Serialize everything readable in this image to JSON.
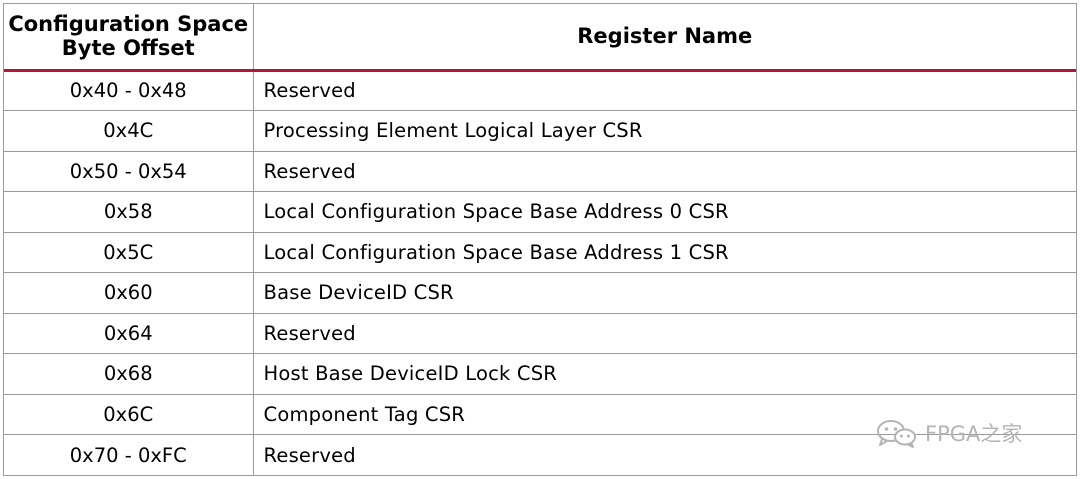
{
  "table": {
    "headers": {
      "offset_line1": "Configuration Space",
      "offset_line2": "Byte Offset",
      "name": "Register Name"
    },
    "rows": [
      {
        "offset": "0x40 - 0x48",
        "name": "Reserved"
      },
      {
        "offset": "0x4C",
        "name": "Processing Element Logical Layer CSR"
      },
      {
        "offset": "0x50 - 0x54",
        "name": "Reserved"
      },
      {
        "offset": "0x58",
        "name": "Local Configuration Space Base Address 0 CSR"
      },
      {
        "offset": "0x5C",
        "name": "Local Configuration Space Base Address 1 CSR"
      },
      {
        "offset": "0x60",
        "name": "Base DeviceID CSR"
      },
      {
        "offset": "0x64",
        "name": "Reserved"
      },
      {
        "offset": "0x68",
        "name": "Host Base DeviceID Lock CSR"
      },
      {
        "offset": "0x6C",
        "name": "Component Tag CSR"
      },
      {
        "offset": "0x70 - 0xFC",
        "name": "Reserved"
      }
    ]
  },
  "watermark": {
    "icon": "wechat-icon",
    "text": "FPGA之家"
  },
  "colors": {
    "header_rule": "#b0173d",
    "border": "#9a9a9a",
    "watermark": "#b4b4b4"
  }
}
